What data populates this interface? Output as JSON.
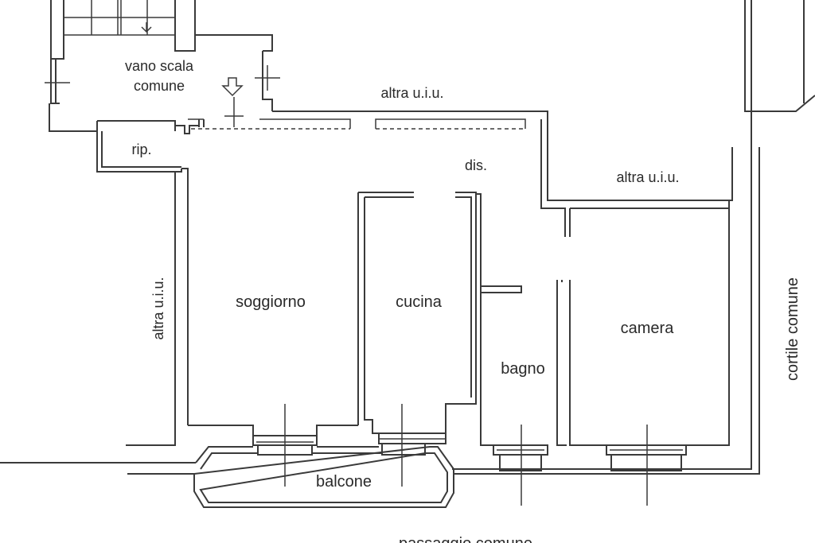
{
  "labels": {
    "vano_scala_1": "vano scala",
    "vano_scala_2": "comune",
    "altra_uiu_top": "altra u.i.u.",
    "altra_uiu_right": "altra u.i.u.",
    "altra_uiu_left": "altra u.i.u.",
    "rip": "rip.",
    "dis": "dis.",
    "soggiorno": "soggiorno",
    "cucina": "cucina",
    "bagno": "bagno",
    "camera": "camera",
    "balcone": "balcone",
    "cortile_comune": "cortile comune",
    "passaggio_comune": "passaggio comune"
  }
}
